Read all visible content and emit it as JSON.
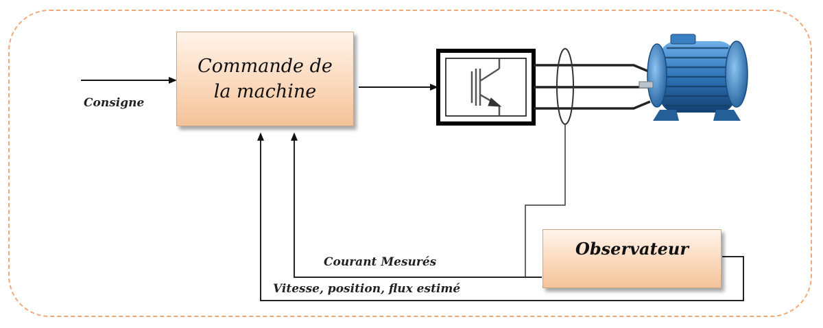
{
  "blocks": {
    "commande_line1": "Commande de",
    "commande_line2": "la machine",
    "observateur": "Observateur"
  },
  "labels": {
    "consigne": "Consigne",
    "courant": "Courant Mesurés",
    "vitesse": "Vitesse, position, flux estimé"
  },
  "colors": {
    "frame_border": "#f0a878",
    "block_fill": "#fbd9bd",
    "motor": "#2f74b8"
  },
  "icons": [
    "igbt-transistor-icon",
    "electric-motor-icon"
  ]
}
